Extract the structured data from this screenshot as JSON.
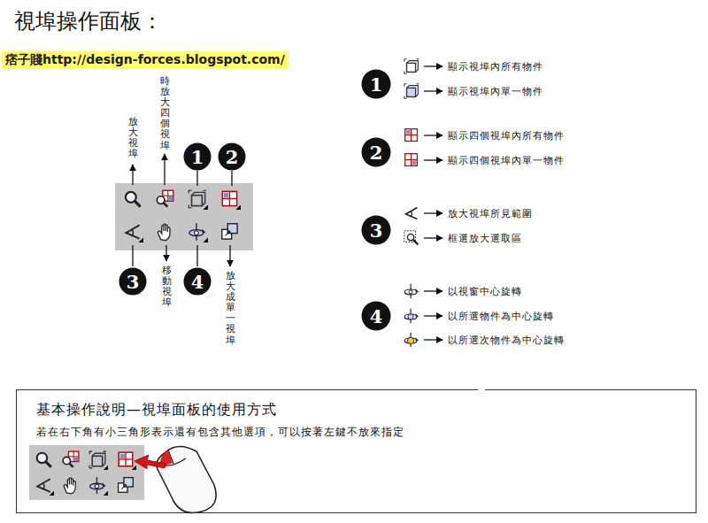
{
  "diagram": {
    "title": "視埠操作面板：",
    "nodes": [
      {
        "text": [
          "1"
        ]
      },
      {
        "text": [
          "2"
        ]
      },
      {
        "text": [
          "3"
        ]
      },
      {
        "text": [
          "4"
        ]
      },
      {
        "text": [
          "1"
        ]
      },
      {
        "text": [
          "2"
        ]
      },
      {
        "text": [
          "3"
        ]
      },
      {
        "text": [
          "4"
        ]
      },
      {
        "text": [
          "基本操作說明—視埠面板的使用方式",
          "若在右下角有小三角形表示還有包含其他選項，可以按著左鍵不放來指定"
        ]
      }
    ],
    "labels": [
      "痞子賤http://design-forces.blogspot.com/",
      "放大視埠",
      "時放大四個視埠",
      "移動視埠",
      "放大成單一視埠",
      "顯示視埠內所有物件",
      "顯示視埠內單一物件",
      "顯示四個視埠內所有物件",
      "顯示四個視埠內單一物件",
      "放大視埠所見範圍",
      "框選放大選取區",
      "以視窗中心旋轉",
      "以所選物件為中心旋轉",
      "以所選次物件為中心旋轉"
    ]
  }
}
